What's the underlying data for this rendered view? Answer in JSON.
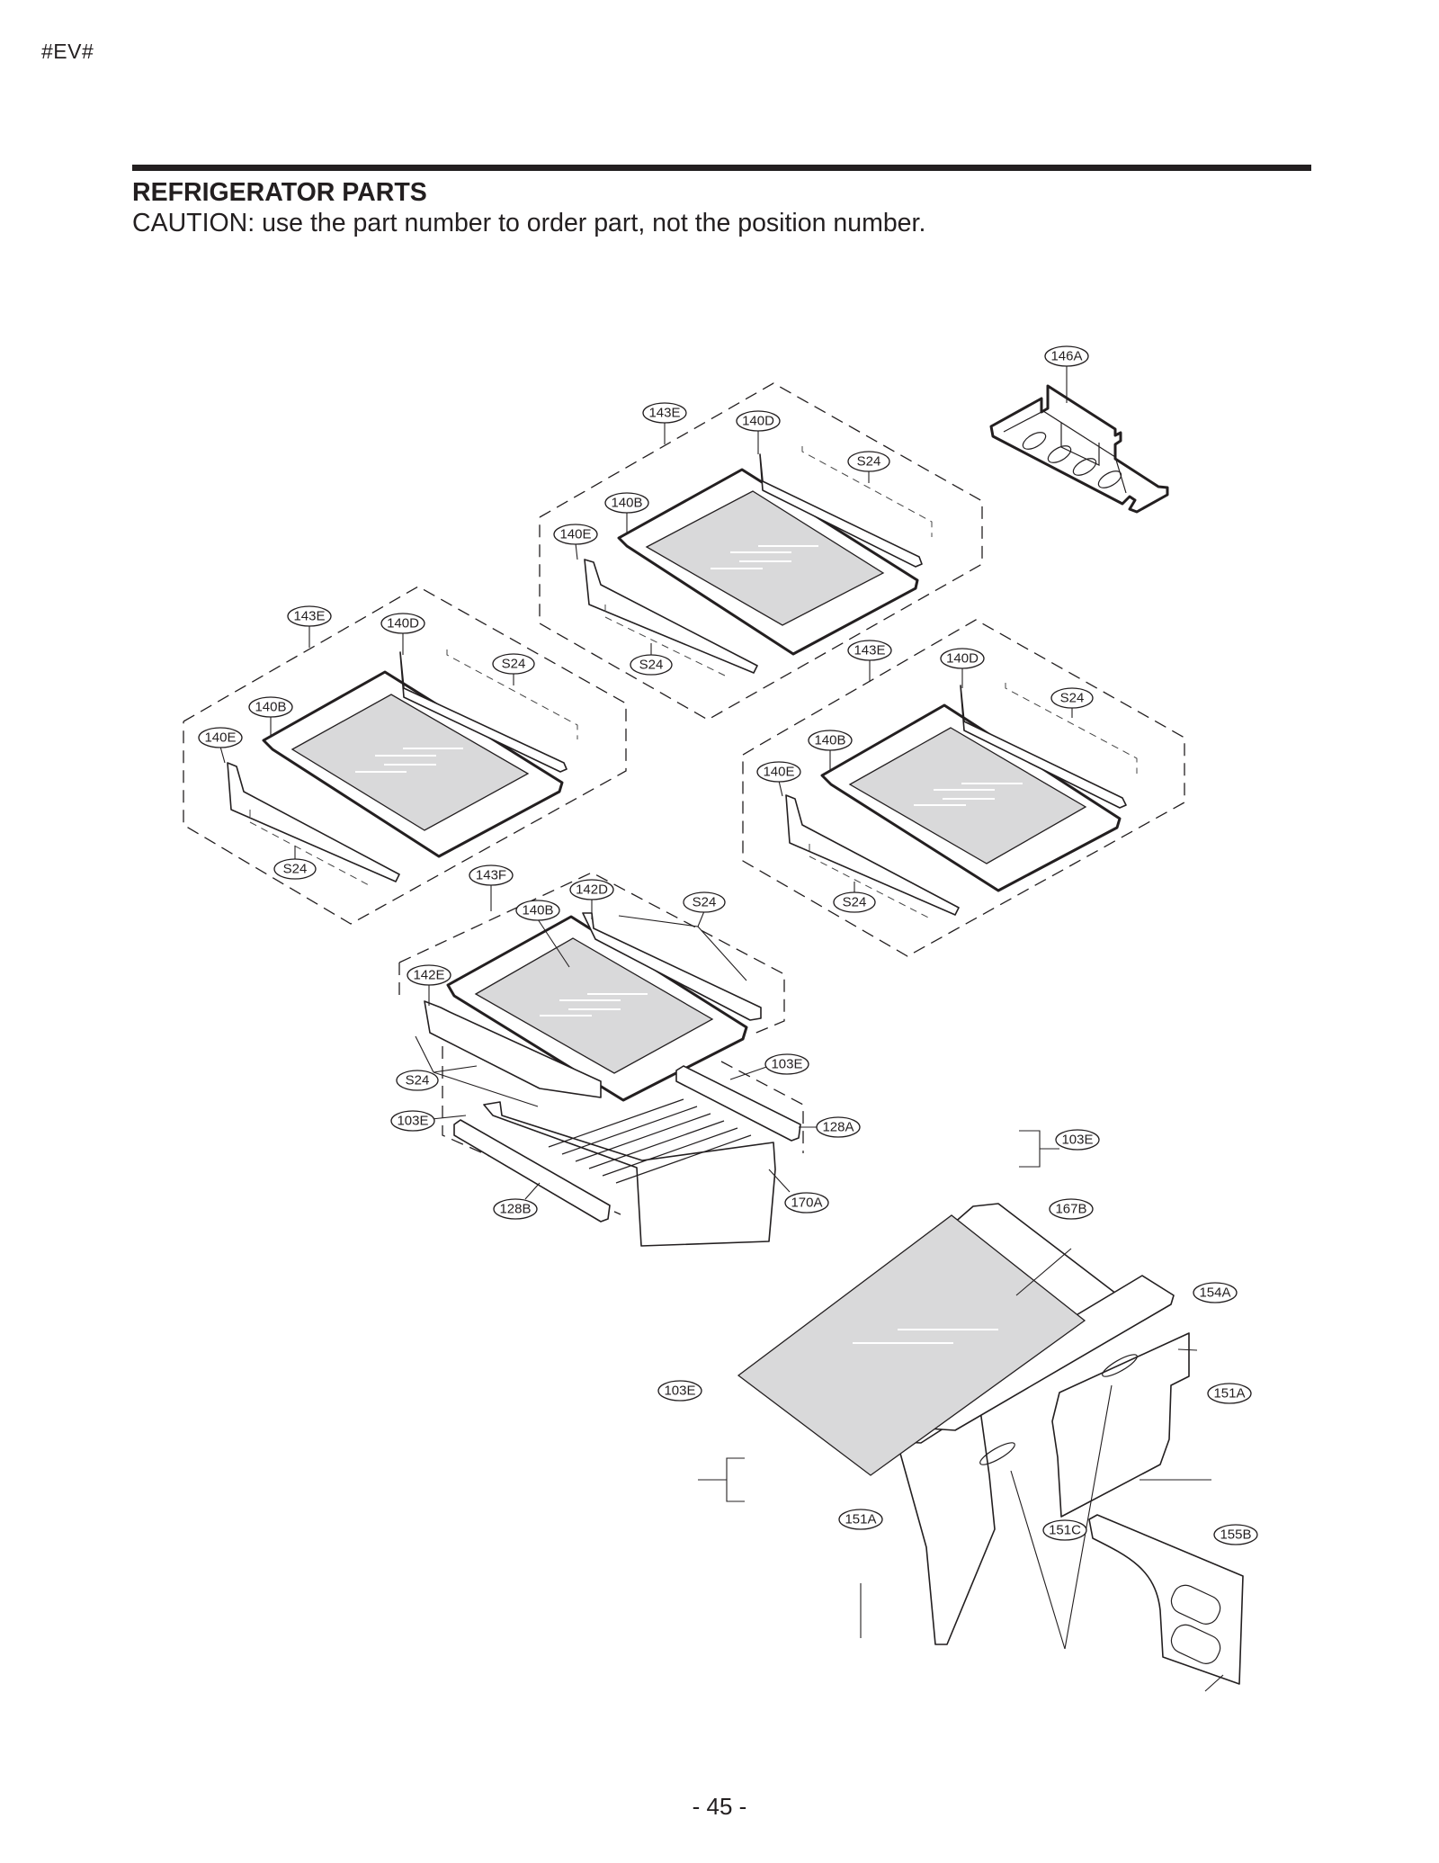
{
  "header": {
    "doc_code": "#EV#",
    "title": "REFRIGERATOR PARTS",
    "caution": "CAUTION: use the part number to order part, not the position number."
  },
  "diagram": {
    "callouts": [
      {
        "id": "146A",
        "label": "146A"
      },
      {
        "id": "143E-top",
        "label": "143E"
      },
      {
        "id": "140D-top",
        "label": "140D"
      },
      {
        "id": "S24-top-a",
        "label": "S24"
      },
      {
        "id": "140B-top",
        "label": "140B"
      },
      {
        "id": "140E-top",
        "label": "140E"
      },
      {
        "id": "S24-top-b",
        "label": "S24"
      },
      {
        "id": "143E-left",
        "label": "143E"
      },
      {
        "id": "140D-left",
        "label": "140D"
      },
      {
        "id": "S24-left-a",
        "label": "S24"
      },
      {
        "id": "140B-left",
        "label": "140B"
      },
      {
        "id": "140E-left",
        "label": "140E"
      },
      {
        "id": "S24-left-b",
        "label": "S24"
      },
      {
        "id": "143E-right",
        "label": "143E"
      },
      {
        "id": "140D-right",
        "label": "140D"
      },
      {
        "id": "S24-right-a",
        "label": "S24"
      },
      {
        "id": "140B-right",
        "label": "140B"
      },
      {
        "id": "140E-right",
        "label": "140E"
      },
      {
        "id": "S24-right-b",
        "label": "S24"
      },
      {
        "id": "143F",
        "label": "143F"
      },
      {
        "id": "142D",
        "label": "142D"
      },
      {
        "id": "140B-crisper",
        "label": "140B"
      },
      {
        "id": "S24-crisper-a",
        "label": "S24"
      },
      {
        "id": "142E",
        "label": "142E"
      },
      {
        "id": "S24-crisper-b",
        "label": "S24"
      },
      {
        "id": "103E-a",
        "label": "103E"
      },
      {
        "id": "103E-b",
        "label": "103E"
      },
      {
        "id": "128A",
        "label": "128A"
      },
      {
        "id": "170A",
        "label": "170A"
      },
      {
        "id": "128B",
        "label": "128B"
      },
      {
        "id": "103E-c",
        "label": "103E"
      },
      {
        "id": "167B",
        "label": "167B"
      },
      {
        "id": "154A",
        "label": "154A"
      },
      {
        "id": "103E-d",
        "label": "103E"
      },
      {
        "id": "151A-right",
        "label": "151A"
      },
      {
        "id": "151A-left",
        "label": "151A"
      },
      {
        "id": "151C",
        "label": "151C"
      },
      {
        "id": "155B",
        "label": "155B"
      }
    ]
  },
  "footer": {
    "page_number": "- 45 -"
  }
}
